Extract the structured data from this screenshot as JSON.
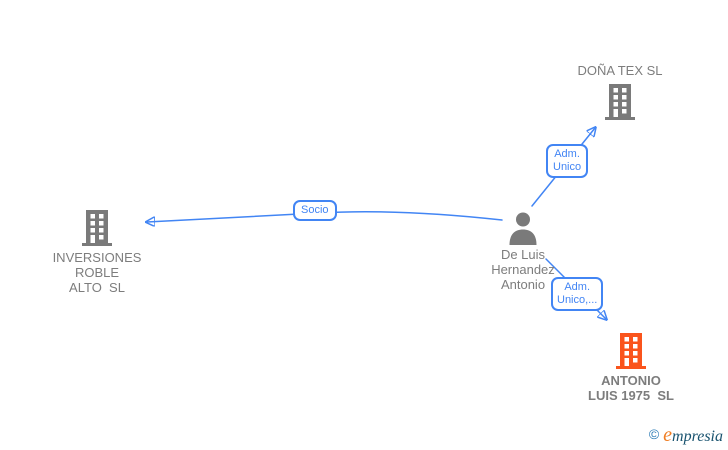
{
  "graph": {
    "nodes": {
      "dona_tex": {
        "type": "company",
        "name": "DOÑA TEX SL",
        "color": "#757575"
      },
      "inversiones_roble_alto": {
        "type": "company",
        "name_lines": [
          "INVERSIONES",
          "ROBLE",
          "ALTO  SL"
        ],
        "color": "#757575"
      },
      "de_luis_hernandez_antonio": {
        "type": "person",
        "name_lines": [
          "De Luis",
          "Hernandez",
          "Antonio"
        ],
        "color": "#757575"
      },
      "antonio_luis_1975": {
        "type": "company",
        "name_lines": [
          "ANTONIO",
          "LUIS 1975  SL"
        ],
        "color": "#fa541c",
        "highlighted": true
      }
    },
    "edges": [
      {
        "from": "de_luis_hernandez_antonio",
        "to": "inversiones_roble_alto",
        "label": "Socio"
      },
      {
        "from": "de_luis_hernandez_antonio",
        "to": "dona_tex",
        "label": "Adm. Unico",
        "label_lines": [
          "Adm.",
          "Unico"
        ]
      },
      {
        "from": "de_luis_hernandez_antonio",
        "to": "antonio_luis_1975",
        "label": "Adm. Unico,...",
        "label_lines": [
          "Adm.",
          "Unico,..."
        ]
      }
    ],
    "edge_color": "#4285f4"
  },
  "footer": {
    "copyright_symbol": "©",
    "brand_initial": "e",
    "brand_rest": "mpresia"
  }
}
